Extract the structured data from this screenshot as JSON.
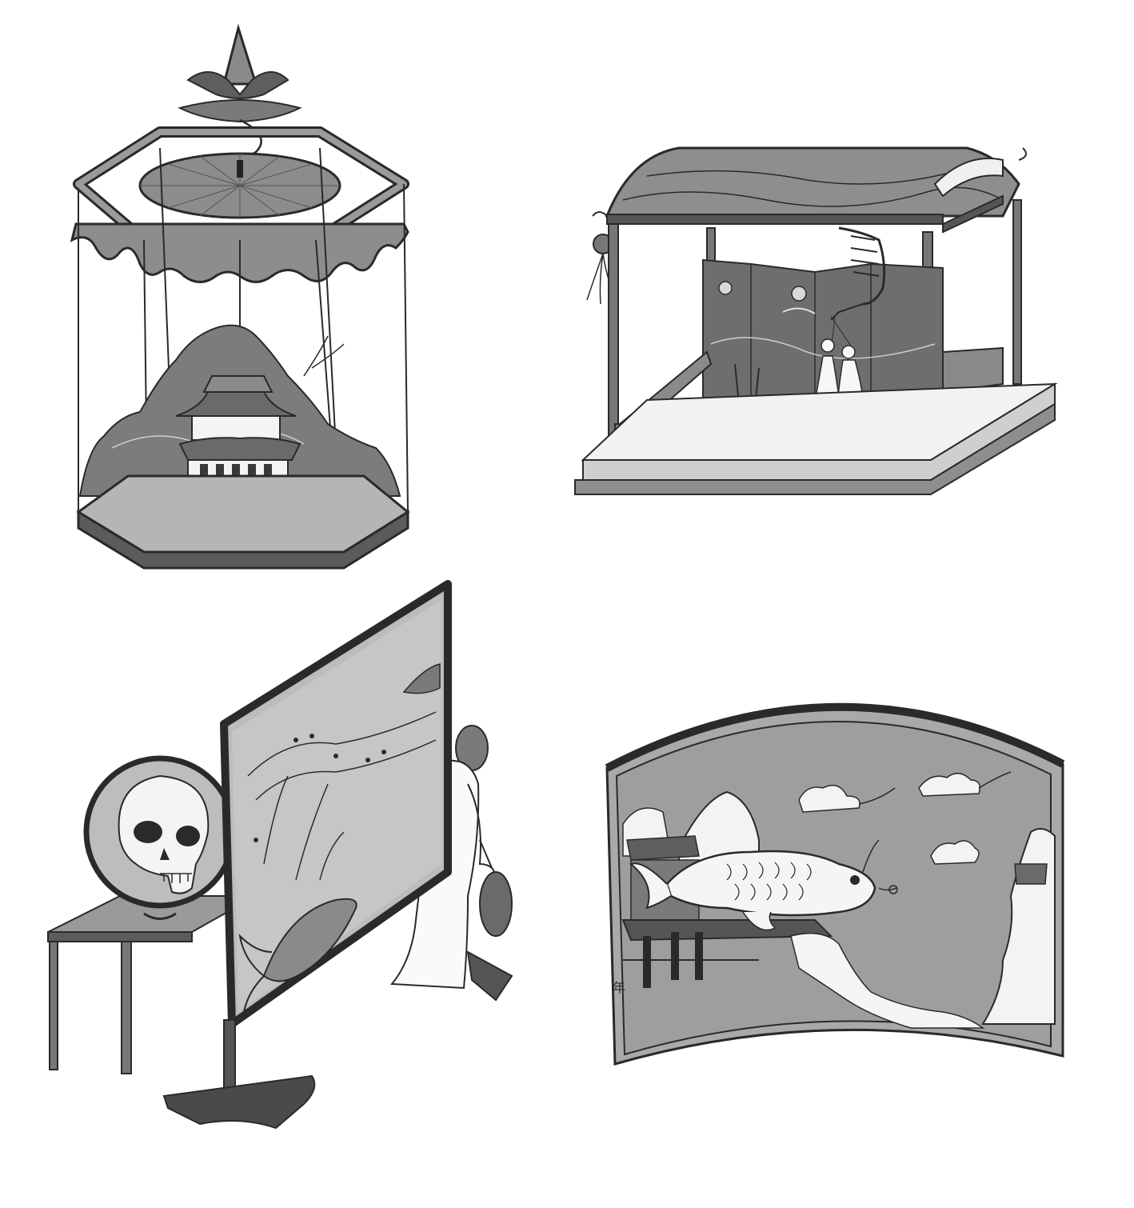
{
  "illustrations": [
    {
      "key": "hexagonal-pavilion-lantern"
    },
    {
      "key": "canopy-stage-with-folding-screen"
    },
    {
      "key": "standing-screen-with-skull-mirror"
    },
    {
      "key": "curved-screen-with-fish"
    }
  ],
  "colors": {
    "ink": "#2a2a2a",
    "wash_dark": "#6b6b6b",
    "wash_mid": "#9a9a9a",
    "wash_light": "#c9c9c9",
    "paper": "#ffffff"
  },
  "annotations": {
    "side_glyph": "年"
  }
}
